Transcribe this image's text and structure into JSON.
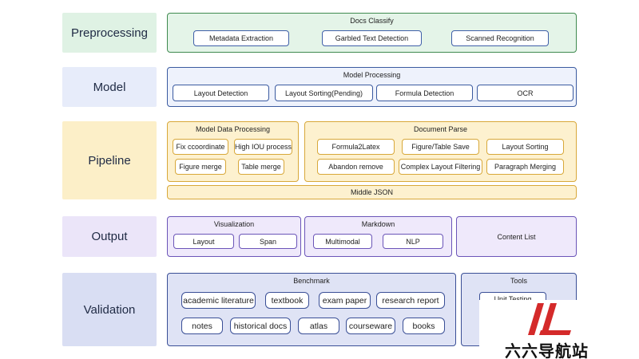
{
  "rows": {
    "preprocessing": "Preprocessing",
    "model": "Model",
    "pipeline": "Pipeline",
    "output": "Output",
    "validation": "Validation"
  },
  "preprocessing": {
    "panel_title": "Docs Classify",
    "items": [
      "Metadata Extraction",
      "Garbled Text Detection",
      "Scanned Recognition"
    ]
  },
  "model": {
    "panel_title": "Model Processing",
    "items": [
      "Layout Detection",
      "Layout Sorting(Pending)",
      "Formula Detection",
      "OCR"
    ]
  },
  "pipeline": {
    "model_data": {
      "title": "Model Data Processing",
      "items": [
        "Fix ccoordinate",
        "High IOU process",
        "Figure merge",
        "Table merge"
      ]
    },
    "document_parse": {
      "title": "Document Parse",
      "items": [
        "Formula2Latex",
        "Figure/Table Save",
        "Layout Sorting",
        "Abandon remove",
        "Complex Layout Filtering",
        "Paragraph Merging"
      ]
    },
    "middle": "Middle JSON"
  },
  "output": {
    "visualization": {
      "title": "Visualization",
      "items": [
        "Layout",
        "Span"
      ]
    },
    "markdown": {
      "title": "Markdown",
      "items": [
        "Multimodal",
        "NLP"
      ]
    },
    "content_list": "Content List"
  },
  "validation": {
    "benchmark": {
      "title": "Benchmark",
      "items": [
        "academic literature",
        "textbook",
        "exam paper",
        "research report",
        "notes",
        "historical docs",
        "atlas",
        "courseware",
        "books"
      ]
    },
    "tools": {
      "title": "Tools",
      "items": [
        "Unit Testing"
      ]
    }
  },
  "watermark": {
    "text": "六六导航站"
  },
  "colors": {
    "preprocessing": "#e4f4e8",
    "model": "#eef2fc",
    "pipeline": "#fdf1cf",
    "output": "#efe9fb",
    "validation": "#dfe3f5",
    "watermark_red": "#d42a2a"
  }
}
